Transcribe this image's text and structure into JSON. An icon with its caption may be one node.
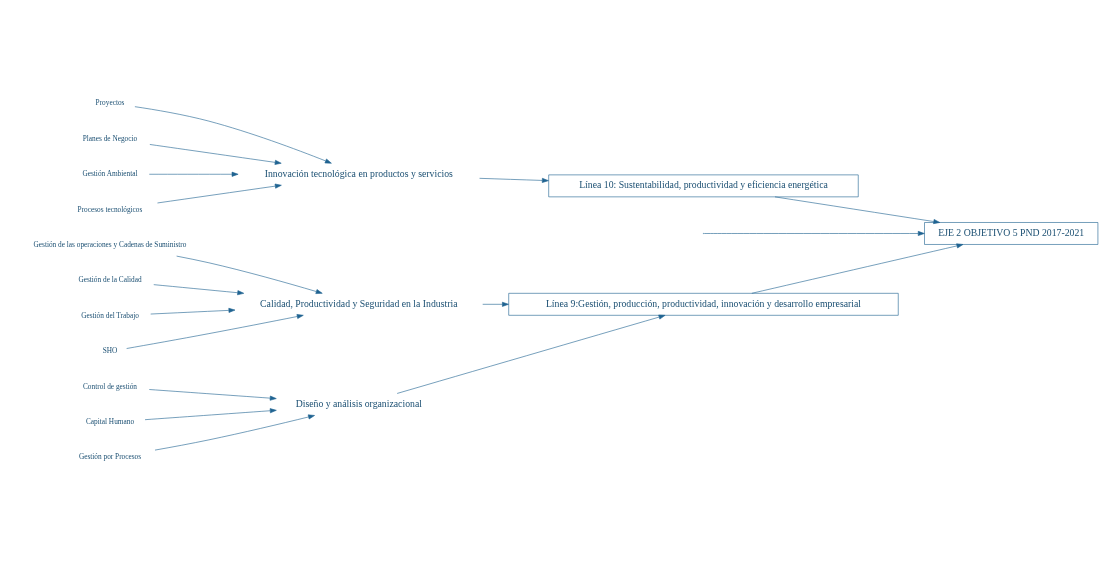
{
  "diagram": {
    "nodes": [
      {
        "text": [
          "Línea 9:Gestión, producción, productividad, innovación y desarrollo empresarial"
        ]
      },
      {
        "text": [
          "Calidad, Productividad y Seguridad en la Industria"
        ]
      },
      {
        "text": [
          "Gestión de las operaciones y Cadenas de Suministro"
        ]
      },
      {
        "text": [
          "Gestión de la Calidad"
        ]
      },
      {
        "text": [
          "Gestión del Trabajo"
        ]
      },
      {
        "text": [
          "SHO"
        ]
      },
      {
        "text": [
          "Diseño y análisis organizacional"
        ]
      },
      {
        "text": [
          "Control de gestión"
        ]
      },
      {
        "text": [
          "Capital Humano"
        ]
      },
      {
        "text": [
          "Gestión por Procesos"
        ]
      },
      {
        "text": [
          "EJE 2 OBJETIVO 5 PND 2017-2021"
        ]
      },
      {
        "text": [
          "Innovación tecnológica en productos y servicios"
        ]
      },
      {
        "text": [
          "Proyectos"
        ]
      },
      {
        "text": [
          "Planes de Negocio"
        ]
      },
      {
        "text": [
          "Gestión Ambiental"
        ]
      },
      {
        "text": [
          "Procesos tecnológicos"
        ]
      },
      {
        "text": [
          "Línea 10: Sustentabilidad, productividad y eficiencia energética"
        ]
      }
    ],
    "edges": [
      {
        "from": 2,
        "to": 1,
        "arrow": "to"
      },
      {
        "from": 3,
        "to": 1,
        "arrow": "to"
      },
      {
        "from": 4,
        "to": 1,
        "arrow": "to"
      },
      {
        "from": 5,
        "to": 1,
        "arrow": "to"
      },
      {
        "from": 1,
        "to": 0,
        "arrow": "to"
      },
      {
        "from": 7,
        "to": 6,
        "arrow": "to"
      },
      {
        "from": 8,
        "to": 6,
        "arrow": "to"
      },
      {
        "from": 9,
        "to": 6,
        "arrow": "to"
      },
      {
        "from": 6,
        "to": 0,
        "arrow": "to"
      },
      {
        "from": 0,
        "to": 10,
        "arrow": "to"
      },
      {
        "from": null,
        "to": 10,
        "arrow": "to"
      },
      {
        "from": 12,
        "to": 11,
        "arrow": "to"
      },
      {
        "from": 13,
        "to": 11,
        "arrow": "to"
      },
      {
        "from": 14,
        "to": 11,
        "arrow": "to"
      },
      {
        "from": 15,
        "to": 11,
        "arrow": "to"
      },
      {
        "from": 11,
        "to": 16,
        "arrow": "to"
      },
      {
        "from": 16,
        "to": 10,
        "arrow": "to"
      }
    ]
  }
}
